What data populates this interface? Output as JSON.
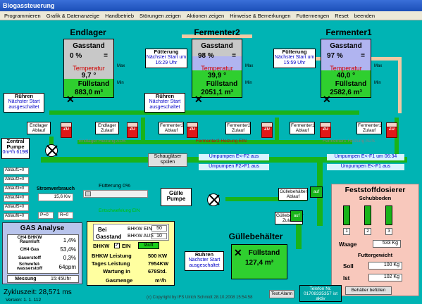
{
  "window": {
    "title": "Biogassteuerung"
  },
  "menu": [
    "Programmieren",
    "Grafik & Datenanzeige",
    "Handbetrieb",
    "Störungen zeigen",
    "Aktionen zeigen",
    "Hinweise & Bemerkungen",
    "Futtermengen",
    "Reset",
    "beenden"
  ],
  "endlager": {
    "title": "Endlager",
    "gas_label": "Gasstand",
    "gas_value": "0 %",
    "eq": "=",
    "temp_label": "Temperatur",
    "temp_value": "9,7 °",
    "fill_label": "Füllstand",
    "fill_value": "883,0 m³",
    "gas_fraction": 0.0
  },
  "fermenter2": {
    "title": "Fermenter2",
    "gas_label": "Gasstand",
    "gas_value": "98 %",
    "eq": "=",
    "temp_label": "Temperatur",
    "temp_value": "39,9 °",
    "fill_label": "Füllstand",
    "fill_value": "2051,1 m³",
    "gas_fraction": 0.98
  },
  "fermenter1": {
    "title": "Fermenter1",
    "gas_label": "Gasstand",
    "gas_value": "97 %",
    "eq": "=",
    "temp_label": "Temperatur",
    "temp_value": "40,0 °",
    "fill_label": "Füllstand",
    "fill_value": "2582,6 m³",
    "gas_fraction": 0.97
  },
  "levels": {
    "max": "Max",
    "min": "Min"
  },
  "fuetterung_f2": {
    "title": "Fütterung",
    "text": "Nächster Start um 16:29 Uhr"
  },
  "fuetterung_f1": {
    "title": "Fütterung",
    "text": "Nächster Start um 15:59 Uhr"
  },
  "ruehren_endlager": {
    "title": "Rühren",
    "text": "Nächster Start ausgeschaltet"
  },
  "ruehren_f2": {
    "title": "Rühren",
    "text": "Nächster Start ausgeschaltet"
  },
  "ruehren_guelle": {
    "title": "Rühren",
    "text": "Nächster Start ausgeschaltet"
  },
  "pumps": {
    "zu": "ZU"
  },
  "labels": {
    "endlager_ablauf": "Endlager Ablauf",
    "endlager_zulauf": "Endlager Zulauf",
    "f2_ablauf": "Fermenter2 Ablauf",
    "f2_zulauf": "Fermenter2 Zulauf",
    "f1_ablauf": "Fermenter1 Ablauf",
    "f1_zulauf": "Fermenter1 Zulauf",
    "guelle_ablauf": "Güllebehälter Ablauf",
    "guelle_zulauf": "Güllebehälter Zulauf"
  },
  "zentral": {
    "title": "Zentral Pumpe",
    "rate": "0m³/h 6198l"
  },
  "heizung": {
    "endlager": "Endlager Heizung AUS",
    "f2": "Fermenter2 Heizung EIN",
    "f1": "Fermenter1 Heizung AUS"
  },
  "schauglaeser": "Schaugläser spülen",
  "umpumpen": [
    "Umpumpen E<-F2 aus",
    "Umpumpen F2>F1 aus",
    "Umpumpen E<-F1 um 06:34",
    "Umpumpen E<-F1 aus"
  ],
  "ablauf_list": [
    "Ablauf1=0",
    "Ablauf2=0",
    "Ablauf3=0",
    "Ablauf4=0",
    "Ablauf5=0",
    "Ablauf6=0"
  ],
  "stromverbrauch": {
    "label": "Stromverbrauch",
    "value": "15,6 Kw"
  },
  "pr": {
    "p": "P=0",
    "r": "R=0"
  },
  "fuetterung_slider": {
    "label": "Fütterung 0%",
    "value": 0
  },
  "entschwefelung": "Entschwefelung EIN",
  "guelle": {
    "pumpe_label": "Gülle Pumpe",
    "title": "Güllebehälter",
    "fill_label": "Füllstand",
    "fill_value": "127,4 m³",
    "auf": "auf"
  },
  "gas_analyse": {
    "title": "GAS Analyse",
    "rows": [
      [
        "CH4 BHKW Raumluft",
        "1,4%"
      ],
      [
        "CH4 Gas",
        "53,4%"
      ],
      [
        "Sauerstoff",
        "0,3%"
      ],
      [
        "Schwefel-wasserstoff",
        "64ppm"
      ]
    ],
    "messung_label": "Messung",
    "messung_value": "15:45Uhr"
  },
  "bhkw": {
    "bei": "Bei",
    "gasstand": "Gasstand",
    "ein_label": "BHKW EIN",
    "ein_value": "50",
    "aus_label": "BHKW AUS",
    "aus_value": "10",
    "bhkw": "BHKW",
    "ein": "EIN",
    "laeuft": "läuft",
    "leistung_label": "BHKW Leistung",
    "leistung_value": "500 KW",
    "tages_label": "Tages Leistung",
    "tages_value": "7954KW",
    "wartung_label": "Wartung in",
    "wartung_value": "678Std.",
    "gasmenge_label": "Gasmenge",
    "gasmenge_value": "m³/h"
  },
  "feststoff": {
    "title": "Feststoffdosierer",
    "schubboden": "Schubboden",
    "boxes": [
      "1",
      "2",
      "3"
    ],
    "waage_label": "Waage",
    "waage_value": "533 Kg",
    "futtergewicht": "Futtergewicht",
    "soll_label": "Soll",
    "soll_value": "100 Kg",
    "ist_label": "Ist",
    "ist_value": "102 Kg",
    "befuellen": "Behälter befüllen"
  },
  "footer": {
    "zyklus_label": "Zykluszeit:",
    "zyklus_value": "28,571 ms",
    "version": "Version: 1. 1. 112",
    "copyright": "(c) Copyright by IFS Ulrich Schmidt",
    "date": "28.10.2008",
    "time": "15:54:58",
    "test_alarm": "Test Alarm",
    "telefon": "Telefon Nr. 01708335357 ist aktiv"
  }
}
